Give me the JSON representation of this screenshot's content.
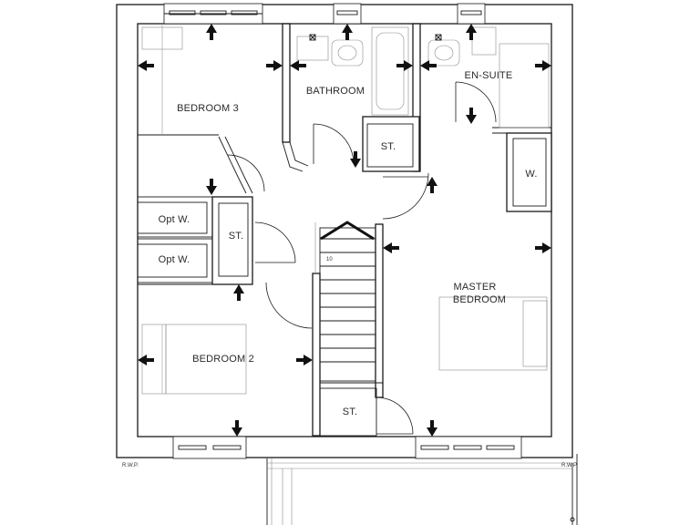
{
  "rooms": {
    "bedroom3": "BEDROOM 3",
    "bathroom": "BATHROOM",
    "ensuite": "EN-SUITE",
    "store_landing": "ST.",
    "wardrobe_master": "W.",
    "opt_wardrobe_1": "Opt W.",
    "opt_wardrobe_2": "Opt W.",
    "store_bed2": "ST.",
    "master_line1": "MASTER",
    "master_line2": "BEDROOM",
    "bedroom2": "BEDROOM 2",
    "store_stair": "ST."
  },
  "annotations": {
    "stair_steps": "10",
    "rwp_left": "R.W.P.",
    "rwp_right": "R.W.P."
  }
}
